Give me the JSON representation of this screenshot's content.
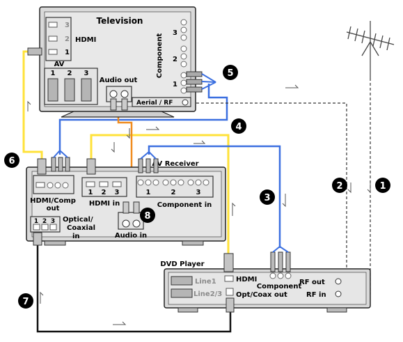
{
  "devices": {
    "tv": {
      "title": "Television",
      "hdmi_label": "HDMI",
      "hdmi_ports": [
        "3",
        "2",
        "1"
      ],
      "av_label": "AV",
      "av_ports": [
        "1",
        "2",
        "3"
      ],
      "audio_out_label": "Audio out",
      "component_label": "Component",
      "component_ports": [
        "3",
        "2",
        "1"
      ],
      "aerial_label": "Aerial / RF"
    },
    "receiver": {
      "title": "AV Receiver",
      "hdmi_comp_out_label": "HDMI/Comp\nout",
      "hdmi_in_label": "HDMI in",
      "hdmi_in_ports": [
        "1",
        "2",
        "3"
      ],
      "component_in_label": "Component in",
      "component_in_ports": [
        "1",
        "2",
        "3"
      ],
      "optical_label": "Optical/\nCoaxial\nin",
      "optical_ports": [
        "1",
        "2",
        "3"
      ],
      "audio_in_label": "Audio in"
    },
    "dvd": {
      "title": "DVD Player",
      "line1_label": "Line1",
      "line23_label": "Line2/3",
      "hdmi_label": "HDMI",
      "opt_label": "Opt/Coax out",
      "component_label": "Component",
      "rf_out_label": "RF out",
      "rf_in_label": "RF in"
    }
  },
  "step_markers": [
    "1",
    "2",
    "3",
    "4",
    "5",
    "6",
    "7",
    "8"
  ],
  "colors": {
    "hdmi_cable": "#ffe23a",
    "component_cable": "#3b6fe0",
    "audio_cable": "#f08c1e",
    "rf_cable": "#333333",
    "optical_cable": "#111111",
    "device_body": "#d9d9d9",
    "marker": "#000000"
  }
}
